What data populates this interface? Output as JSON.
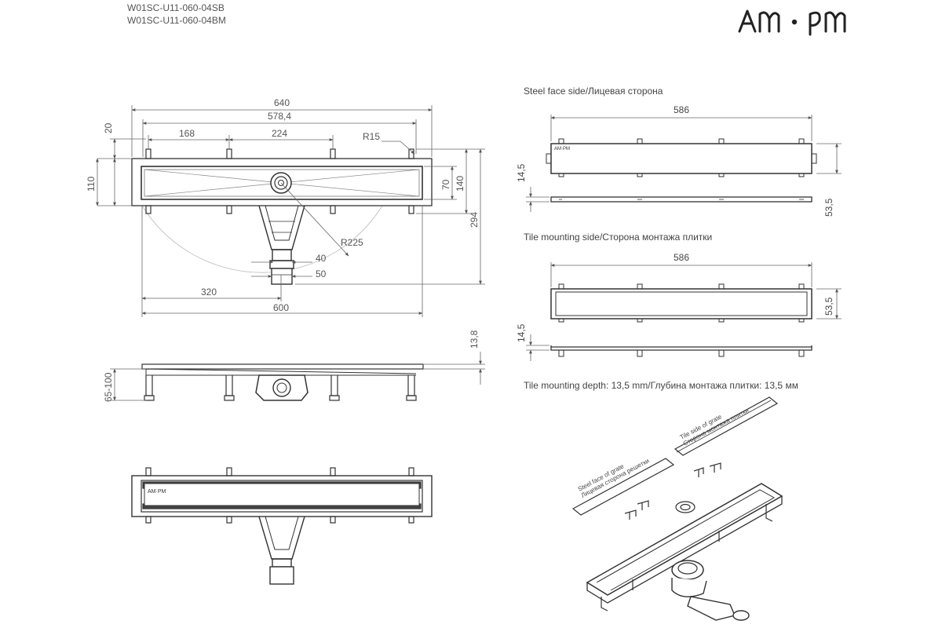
{
  "header": {
    "model_codes": [
      "W01SC-U11-060-04SB",
      "W01SC-U11-060-04BM"
    ]
  },
  "logo": {
    "text": "AM·PM",
    "color": "#222222"
  },
  "top_view": {
    "dim_overall_width": "640",
    "dim_inner_width": "578,4",
    "dim_foot_spacing_1": "168",
    "dim_foot_spacing_2": "224",
    "dim_corner_radius": "R15",
    "dim_flange_height": "20",
    "dim_body_height": "110",
    "dim_channel_height": "70",
    "dim_frame_height": "140",
    "dim_total_depth": "294",
    "dim_swing_radius": "R225",
    "dim_outlet_inner": "40",
    "dim_outlet_outer": "50",
    "dim_outlet_offset": "320",
    "dim_channel_length": "600"
  },
  "side_view": {
    "dim_height_range": "65-100",
    "dim_flange_thickness": "13,8"
  },
  "grate_steel": {
    "title": "Steel face side/Лицевая сторона",
    "dim_length": "586",
    "dim_thickness": "14,5",
    "dim_width": "53,5"
  },
  "grate_tile": {
    "title": "Tile mounting side/Сторона монтажа плитки",
    "dim_length": "586",
    "dim_width": "53,5",
    "dim_thickness": "14,5"
  },
  "tile_depth": {
    "text": "Tile mounting depth: 13,5 mm/Глубина монтажа плитки: 13,5 мм"
  },
  "exploded_view": {
    "label_tile_en": "Tile side of grate",
    "label_tile_ru": "Сторона монтажа плитки",
    "label_steel_en": "Steel face of grate",
    "label_steel_ru": "Лицевая сторона решетки"
  }
}
